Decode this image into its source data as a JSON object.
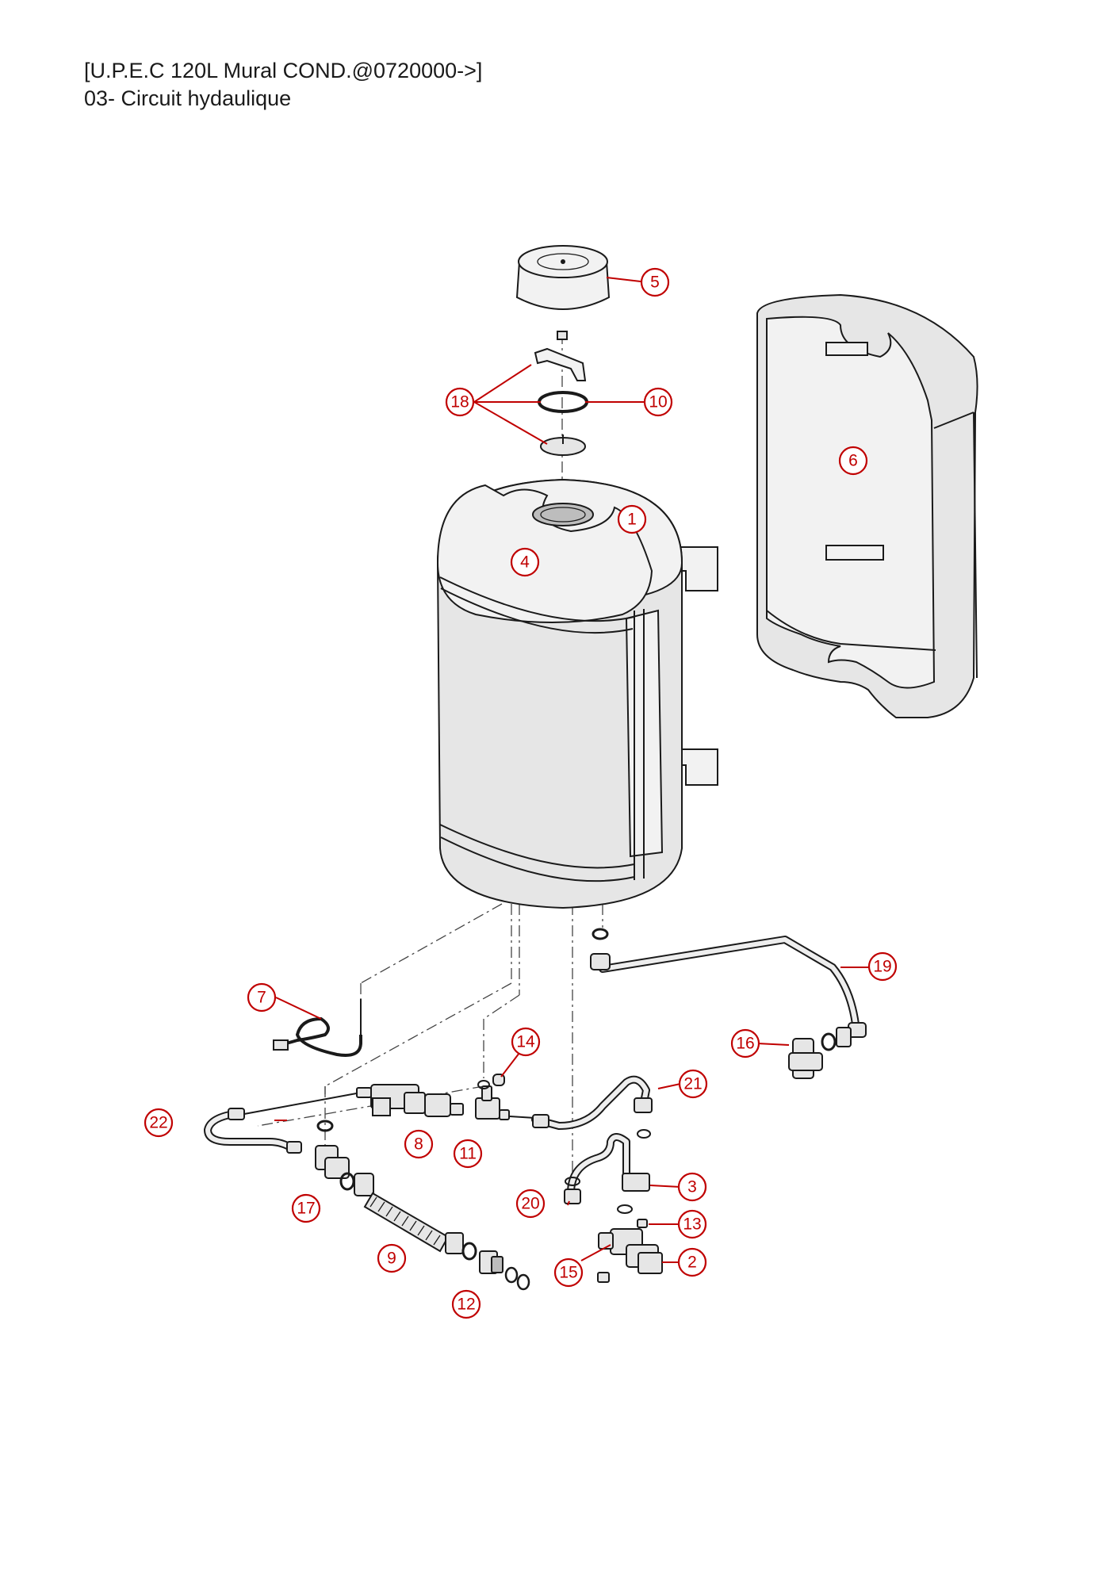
{
  "header": {
    "title": "[U.P.E.C 120L Mural COND.@0720000->]",
    "subtitle": "03- Circuit hydaulique"
  },
  "callouts": [
    "1",
    "2",
    "3",
    "4",
    "5",
    "6",
    "7",
    "8",
    "9",
    "10",
    "11",
    "12",
    "13",
    "14",
    "15",
    "16",
    "17",
    "18",
    "19",
    "20",
    "21",
    "22"
  ],
  "colors": {
    "callout": "#c00000",
    "part_fill": "#e6e6e6",
    "outline": "#1a1a1a"
  }
}
